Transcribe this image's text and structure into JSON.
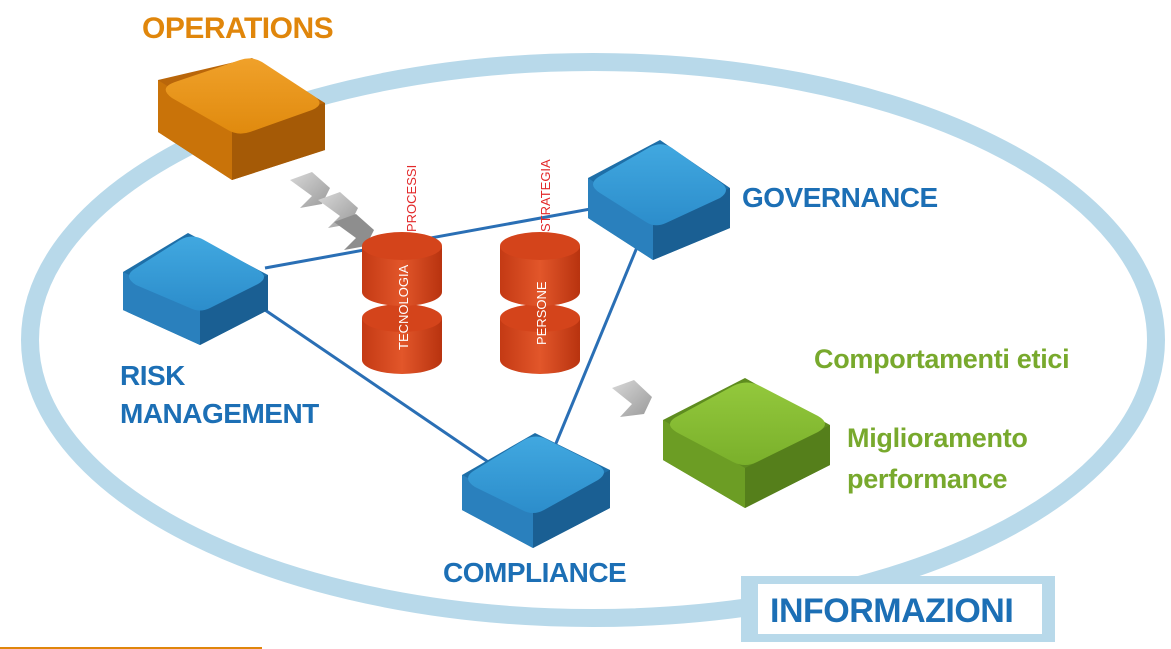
{
  "nodes": {
    "operations": "OPERATIONS",
    "governance": "GOVERNANCE",
    "risk_management": [
      "RISK",
      "MANAGEMENT"
    ],
    "compliance": "COMPLIANCE",
    "informazioni": "INFORMAZIONI"
  },
  "benefits": {
    "ethics": "Comportamenti etici",
    "performance": [
      "Miglioramento",
      "performance"
    ]
  },
  "pillars": {
    "left_top": "PROCESSI",
    "left_bottom": "TECNOLOGIA",
    "right_top": "STRATEGIA",
    "right_bottom": "PERSONE"
  },
  "colors": {
    "operations": "#E0860B",
    "blue": "#2F93D1",
    "green": "#7DB32D",
    "red": "#D9481C",
    "ellipse": "#B8D9EA"
  }
}
